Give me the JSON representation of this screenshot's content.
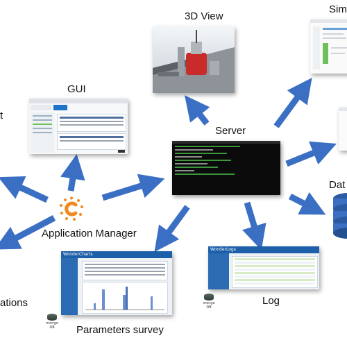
{
  "labels": {
    "view3d": "3D View",
    "sim": "Sim",
    "gui": "GUI",
    "server": "Server",
    "dat": "Dat",
    "app_manager": "Application Manager",
    "ations": "ations",
    "log": "Log",
    "params": "Parameters survey",
    "left_cut": "t"
  },
  "thumbnails": {
    "gui_window": "",
    "view3d_render": "",
    "sim_window": "",
    "params_app": "WonderCharts",
    "log_app": "WonderLogs"
  },
  "mongo_caption": "mongo DB",
  "colors": {
    "arrow": "#3b6fc4",
    "label": "#111111",
    "terminal_bg": "#0b0b0b",
    "logo_orange": "#f08a1c"
  }
}
